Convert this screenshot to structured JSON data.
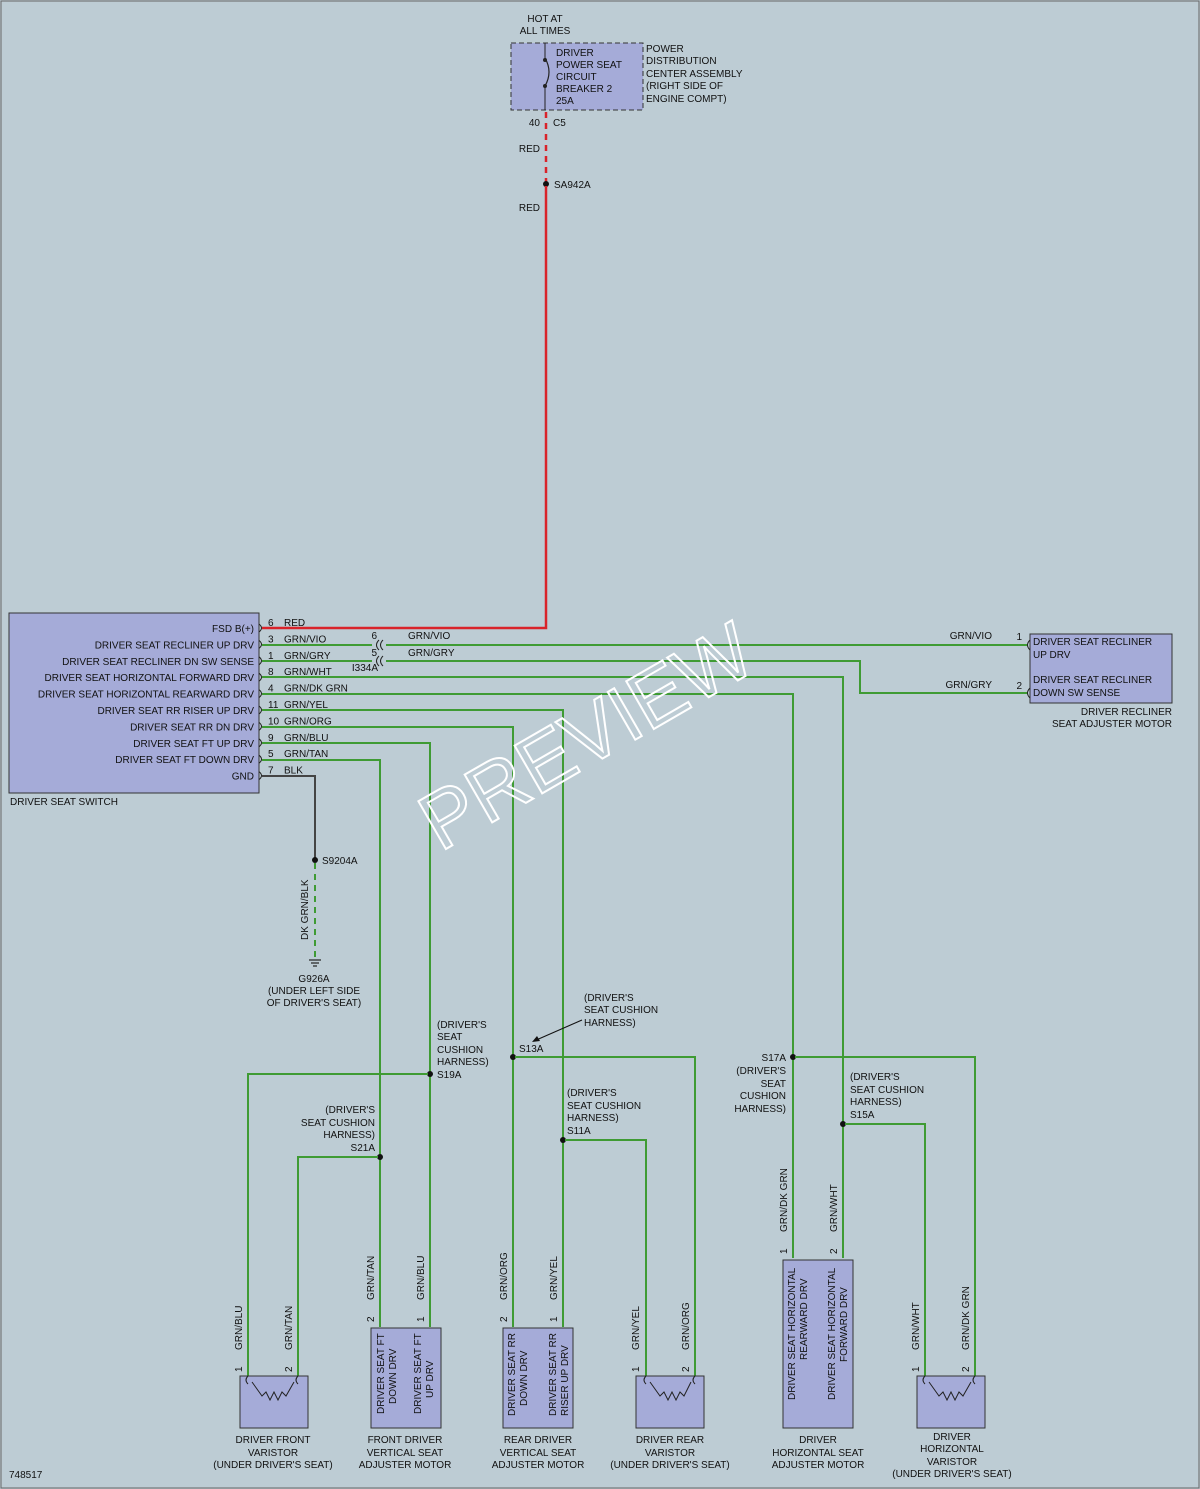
{
  "hot_at": "HOT AT",
  "all_times": "ALL TIMES",
  "breaker_lines": [
    "DRIVER",
    "POWER SEAT",
    "CIRCUIT",
    "BREAKER 2",
    "25A"
  ],
  "pdc_lines": [
    "POWER",
    "DISTRIBUTION",
    "CENTER ASSEMBLY",
    "(RIGHT SIDE OF",
    "ENGINE COMPT)"
  ],
  "pin_40": "40",
  "conn_c5": "C5",
  "red_1": "RED",
  "splice_sa942a": "SA942A",
  "red_2": "RED",
  "switch": {
    "title": "DRIVER SEAT SWITCH",
    "pins": [
      {
        "label": "FSD B(+)",
        "pin": "6",
        "wire": "RED"
      },
      {
        "label": "DRIVER SEAT RECLINER UP DRV",
        "pin": "3",
        "wire": "GRN/VIO"
      },
      {
        "label": "DRIVER SEAT RECLINER DN SW SENSE",
        "pin": "1",
        "wire": "GRN/GRY"
      },
      {
        "label": "DRIVER SEAT HORIZONTAL FORWARD DRV",
        "pin": "8",
        "wire": "GRN/WHT"
      },
      {
        "label": "DRIVER SEAT HORIZONTAL REARWARD DRV",
        "pin": "4",
        "wire": "GRN/DK GRN"
      },
      {
        "label": "DRIVER SEAT RR RISER UP DRV",
        "pin": "11",
        "wire": "GRN/YEL"
      },
      {
        "label": "DRIVER SEAT RR DN DRV",
        "pin": "10",
        "wire": "GRN/ORG"
      },
      {
        "label": "DRIVER SEAT FT UP DRV",
        "pin": "9",
        "wire": "GRN/BLU"
      },
      {
        "label": "DRIVER SEAT FT DOWN DRV",
        "pin": "5",
        "wire": "GRN/TAN"
      },
      {
        "label": "GND",
        "pin": "7",
        "wire": "BLK"
      }
    ]
  },
  "inline_conn": {
    "pin_a": "6",
    "pin_b": "5",
    "name": "I334A",
    "wire_a": "GRN/VIO",
    "wire_b": "GRN/GRY"
  },
  "recliner": {
    "pin1": "1",
    "pin2": "2",
    "wire1": "GRN/VIO",
    "wire2": "GRN/GRY",
    "label1a": "DRIVER SEAT RECLINER",
    "label1b": "UP DRV",
    "label2a": "DRIVER SEAT RECLINER",
    "label2b": "DOWN SW SENSE",
    "title1": "DRIVER RECLINER",
    "title2": "SEAT ADJUSTER MOTOR"
  },
  "ground": {
    "splice": "S9204A",
    "wire": "DK GRN/BLK",
    "name": "G926A",
    "loc1": "(UNDER LEFT SIDE",
    "loc2": "OF DRIVER'S SEAT)"
  },
  "s19a": {
    "lines": [
      "(DRIVER'S",
      "SEAT",
      "CUSHION",
      "HARNESS)"
    ],
    "name": "S19A"
  },
  "s21a": {
    "lines": [
      "(DRIVER'S",
      "SEAT CUSHION",
      "HARNESS)"
    ],
    "name": "S21A"
  },
  "s13a": {
    "lines": [
      "(DRIVER'S",
      "SEAT CUSHION",
      "HARNESS)"
    ],
    "name": "S13A"
  },
  "s11a": {
    "lines": [
      "(DRIVER'S",
      "SEAT CUSHION",
      "HARNESS)"
    ],
    "name": "S11A"
  },
  "s17a": {
    "name": "S17A",
    "lines": [
      "(DRIVER'S",
      "SEAT",
      "CUSHION",
      "HARNESS)"
    ]
  },
  "s15a": {
    "lines": [
      "(DRIVER'S",
      "SEAT CUSHION",
      "HARNESS)"
    ],
    "name": "S15A"
  },
  "front_varistor": {
    "w1": "GRN/BLU",
    "w2": "GRN/TAN",
    "p1": "1",
    "p2": "2",
    "title": [
      "DRIVER FRONT",
      "VARISTOR",
      "(UNDER DRIVER'S SEAT)"
    ]
  },
  "front_motor": {
    "w1": "GRN/TAN",
    "w2": "GRN/BLU",
    "p1": "2",
    "p2": "1",
    "in1": [
      "DRIVER SEAT FT",
      "DOWN DRV"
    ],
    "in2": [
      "DRIVER SEAT FT",
      "UP DRV"
    ],
    "title": [
      "FRONT DRIVER",
      "VERTICAL SEAT",
      "ADJUSTER MOTOR"
    ]
  },
  "rear_motor": {
    "w1": "GRN/ORG",
    "w2": "GRN/YEL",
    "p1": "2",
    "p2": "1",
    "in1": [
      "DRIVER SEAT RR",
      "DOWN DRV"
    ],
    "in2": [
      "DRIVER SEAT RR",
      "RISER UP DRV"
    ],
    "title": [
      "REAR DRIVER",
      "VERTICAL SEAT",
      "ADJUSTER MOTOR"
    ]
  },
  "rear_varistor": {
    "w1": "GRN/YEL",
    "w2": "GRN/ORG",
    "p1": "1",
    "p2": "2",
    "title": [
      "DRIVER REAR",
      "VARISTOR",
      "(UNDER DRIVER'S SEAT)"
    ]
  },
  "horiz_motor": {
    "w1": "GRN/DK GRN",
    "w2": "GRN/WHT",
    "p1": "1",
    "p2": "2",
    "in1": [
      "DRIVER SEAT HORIZONTAL",
      "REARWARD DRV"
    ],
    "in2": [
      "DRIVER SEAT HORIZONTAL",
      "FORWARD DRV"
    ],
    "title": [
      "DRIVER",
      "HORIZONTAL SEAT",
      "ADJUSTER MOTOR"
    ]
  },
  "horiz_varistor": {
    "w1": "GRN/WHT",
    "w2": "GRN/DK GRN",
    "p1": "1",
    "p2": "2",
    "title": [
      "DRIVER",
      "HORIZONTAL",
      "VARISTOR",
      "(UNDER DRIVER'S SEAT)"
    ]
  },
  "diagram_id": "748517",
  "watermark": "PREVIEW"
}
